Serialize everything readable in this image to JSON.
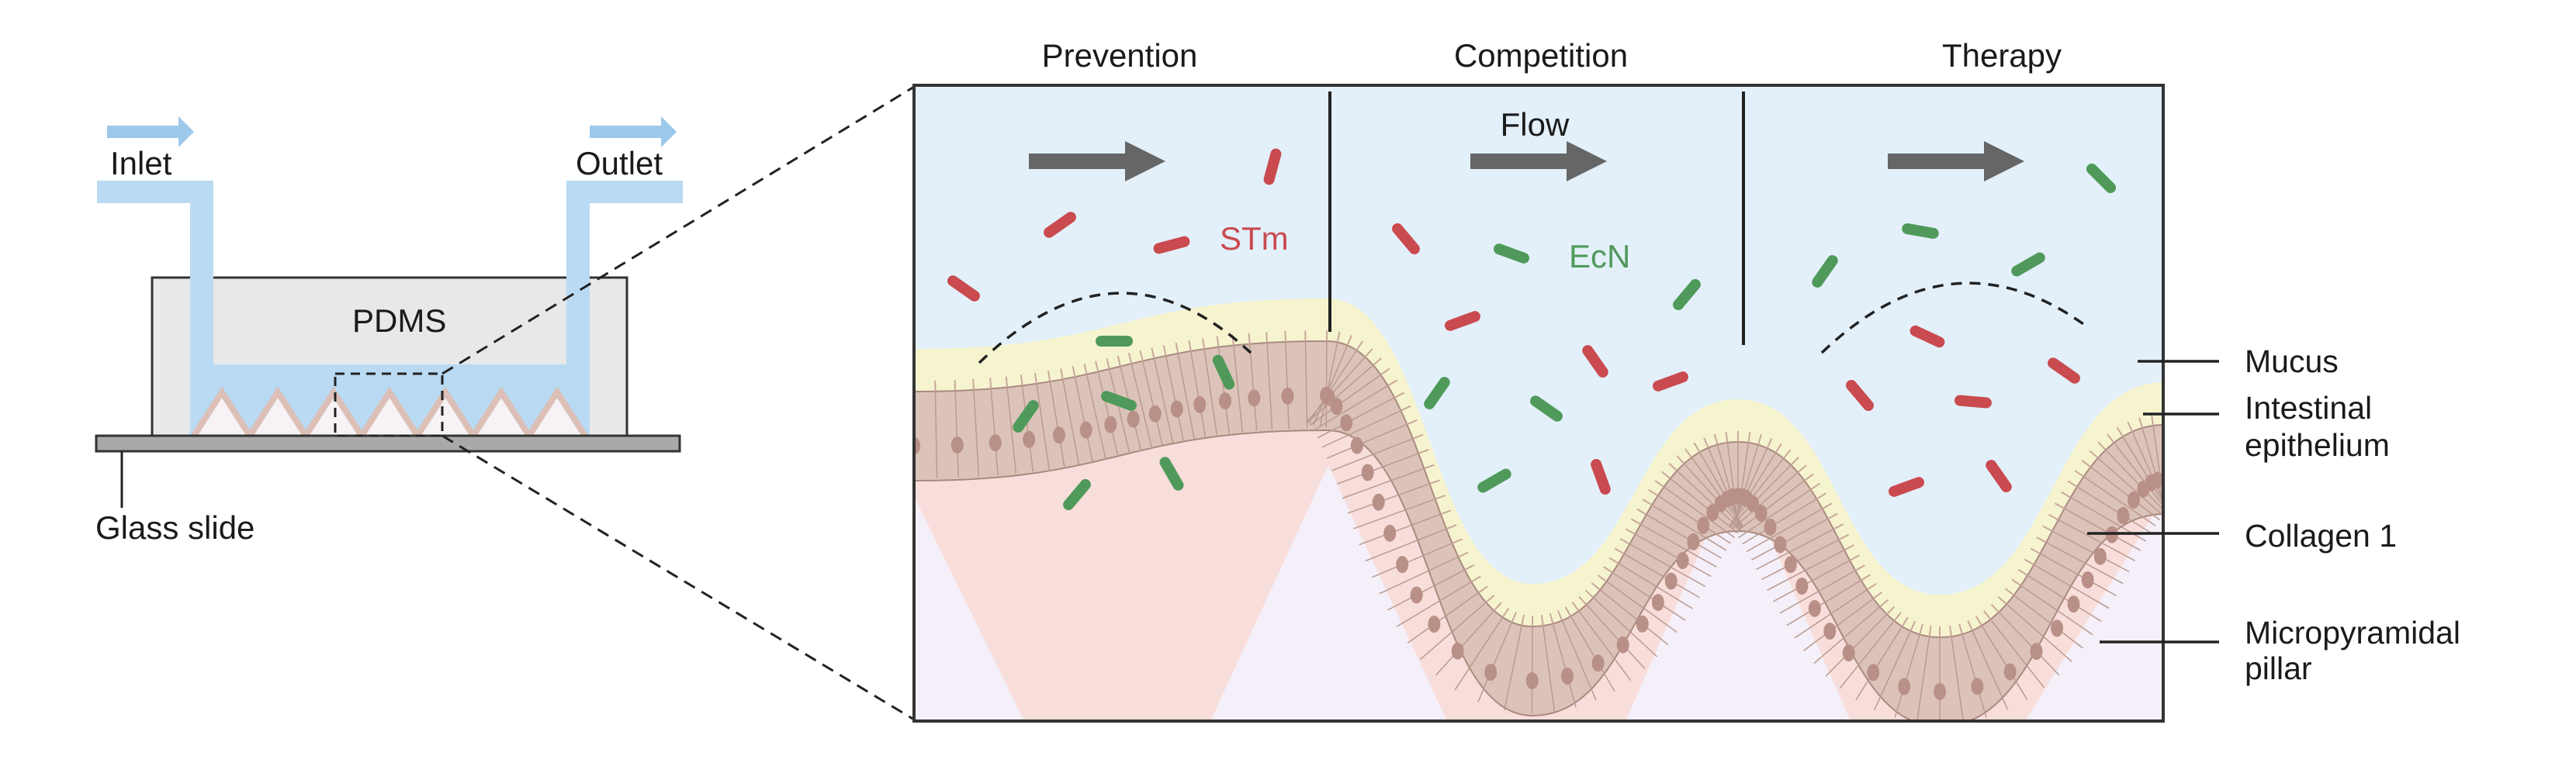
{
  "device": {
    "inlet_label": "Inlet",
    "outlet_label": "Outlet",
    "chamber_label": "PDMS",
    "slide_label": "Glass slide"
  },
  "panels": [
    {
      "label": "Prevention"
    },
    {
      "label": "Competition"
    },
    {
      "label": "Therapy"
    }
  ],
  "flow_label": "Flow",
  "bacteria": {
    "stm_label": "STm",
    "ecn_label": "EcN",
    "stm_color": "#c94a4f",
    "ecn_color": "#4f9a5a"
  },
  "layers": [
    {
      "label": "Mucus"
    },
    {
      "label": "Intestinal",
      "label2": "epithelium"
    },
    {
      "label": "Collagen 1"
    },
    {
      "label": "Micropyramidal",
      "label2": "pillar"
    }
  ],
  "colors": {
    "fluid": "#b9daf2",
    "medium": "#e3f0fa",
    "mucus": "#f6f4cf",
    "cell": "#dcc3ba",
    "nucleus": "#b99087",
    "collagen": "#f8dedb",
    "pillar": "#f4eff8",
    "pdms": "#e8e8e8",
    "glass": "#a9a9a9",
    "arrow": "#666666"
  }
}
